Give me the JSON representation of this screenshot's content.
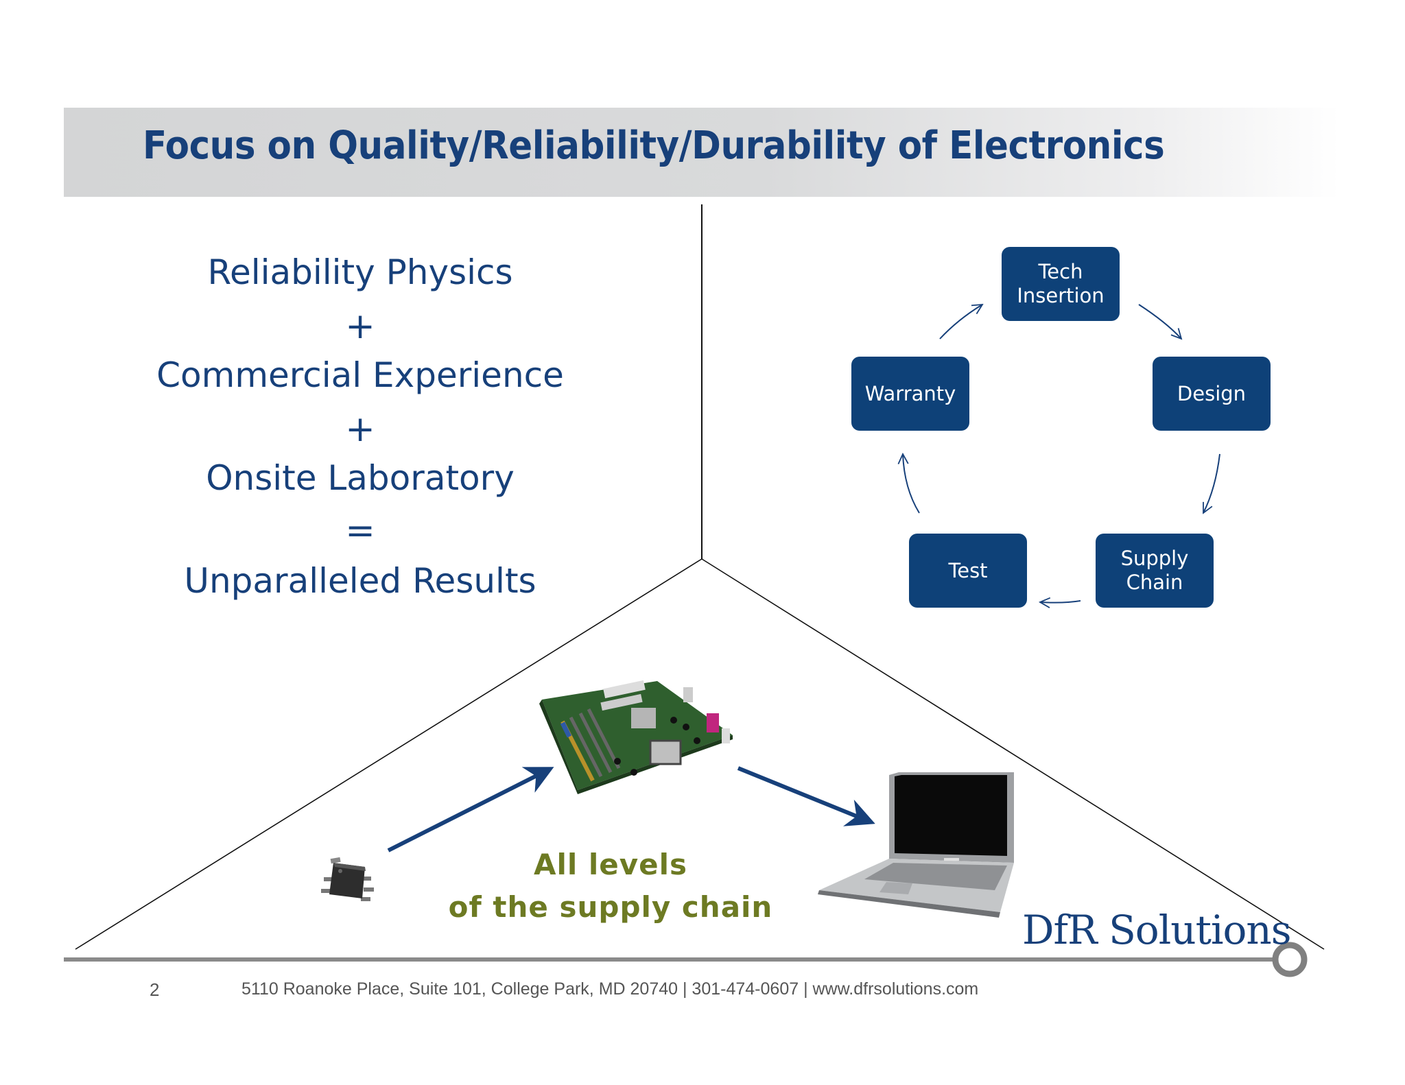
{
  "title": "Focus on Quality/Reliability/Durability of Electronics",
  "equation": {
    "line1": "Reliability Physics",
    "op1": "+",
    "line2": "Commercial Experience",
    "op2": "+",
    "line3": "Onsite Laboratory",
    "op3": "=",
    "line4": "Unparalleled Results"
  },
  "cycle": {
    "tech_insertion": "Tech Insertion",
    "design": "Design",
    "supply_chain": "Supply Chain",
    "test": "Test",
    "warranty": "Warranty"
  },
  "supply_chain_caption": {
    "line1": "All levels",
    "line2": "of the supply chain"
  },
  "logo": "DfR Solutions",
  "page_number": "2",
  "footer": "5110 Roanoke Place, Suite 101, College Park, MD 20740  |  301-474-0607  |  www.dfrsolutions.com",
  "colors": {
    "brand_blue": "#17407a",
    "box_blue": "#0e4178",
    "caption_olive": "#6d7a23"
  }
}
